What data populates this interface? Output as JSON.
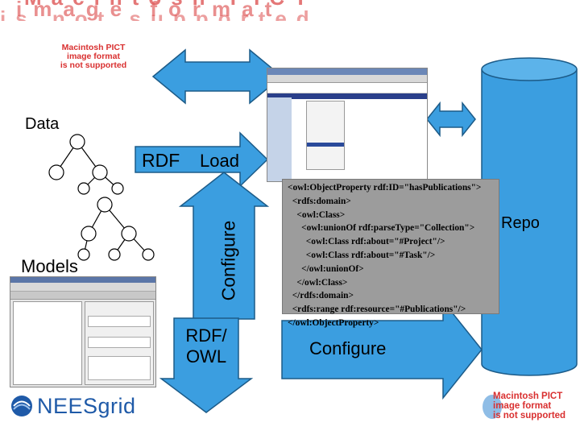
{
  "banner": {
    "line1": "Macintosh PICT",
    "line2": "image format",
    "line3": "is not supported"
  },
  "pict_top": [
    "Macintosh PICT",
    "image format",
    "is not supported"
  ],
  "pict_bottom": [
    "Macintosh PICT",
    "image format",
    "is not supported"
  ],
  "labels": {
    "data": "Data",
    "rdf": "RDF",
    "load": "Load",
    "models": "Models",
    "configure_rotated": "Configure",
    "rdf_owl_line1": "RDF/",
    "rdf_owl_line2": "OWL",
    "configure": "Configure",
    "repo": "Repo"
  },
  "owl_code": [
    "<owl:ObjectProperty rdf:ID=\"hasPublications\">",
    "  <rdfs:domain>",
    "    <owl:Class>",
    "      <owl:unionOf rdf:parseType=\"Collection\">",
    "        <owl:Class rdf:about=\"#Project\"/>",
    "        <owl:Class rdf:about=\"#Task\"/>",
    "      </owl:unionOf>",
    "    </owl:Class>",
    "  </rdfs:domain>",
    "  <rdfs:range rdf:resource=\"#Publications\"/>",
    "</owl:ObjectProperty>"
  ],
  "logo": {
    "text": "NEESgrid"
  },
  "colors": {
    "arrow_fill": "#3b9ee0",
    "arrow_stroke": "#1c5b88",
    "cylinder_fill": "#3b9ee0",
    "pict_red": "#d93030",
    "code_box": "#9c9c9c"
  }
}
